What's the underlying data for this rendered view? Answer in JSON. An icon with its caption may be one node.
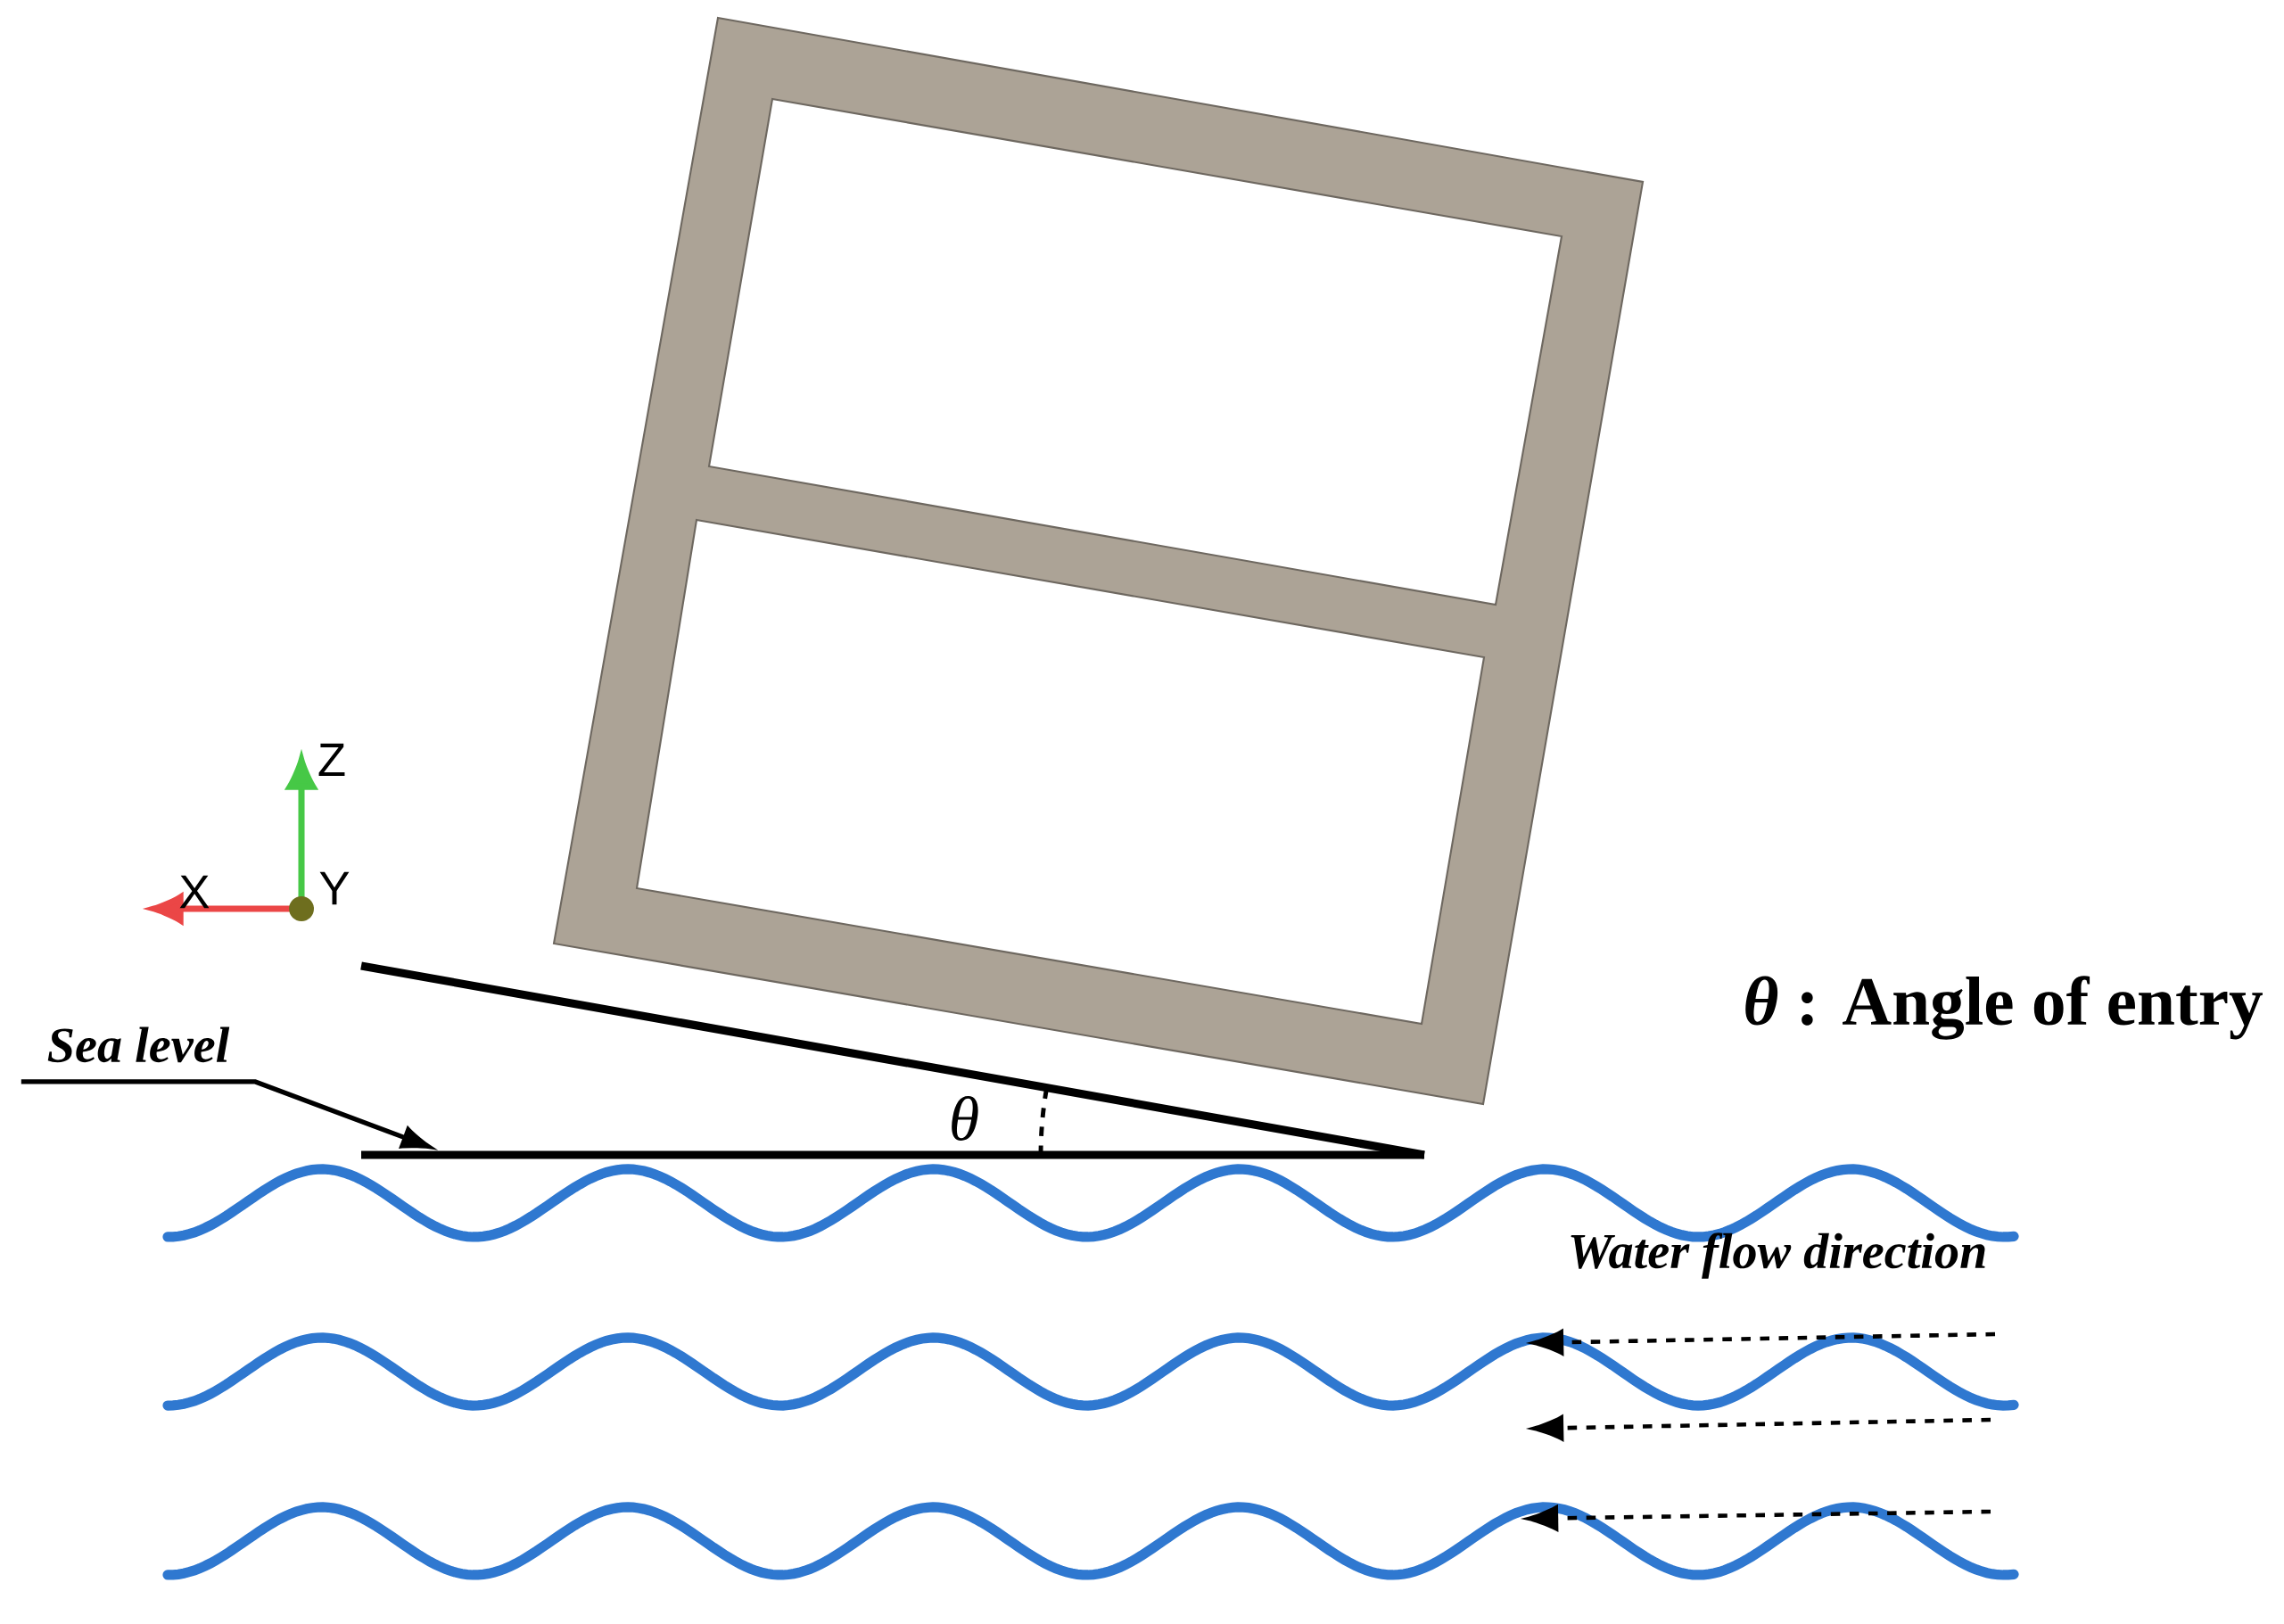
{
  "diagram": {
    "nodes": [
      {
        "text": [
          "Sea level"
        ]
      },
      {
        "text": [],
        "shape": "bar"
      }
    ],
    "edges": [
      {
        "from": 0,
        "to": 1,
        "arrow": "to"
      }
    ],
    "labels": [
      "Z",
      "X",
      "Y",
      "θ",
      "*θ* : Angle of entry",
      "Water flow direction"
    ]
  }
}
